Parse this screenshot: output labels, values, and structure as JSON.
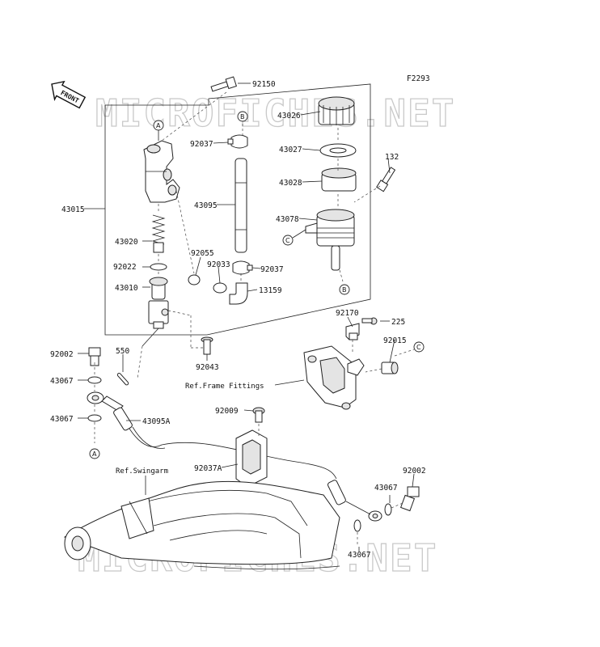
{
  "diagram_code": "F2293",
  "front_label": "FRONT",
  "watermark": "MICROFICHES.NET",
  "refs": {
    "frame_fittings": "Ref.Frame Fittings",
    "swingarm": "Ref.Swingarm"
  },
  "circle_markers": [
    "A",
    "B",
    "C"
  ],
  "parts": [
    "92150",
    "43026",
    "92037",
    "43027",
    "43028",
    "132",
    "43015",
    "43095",
    "43078",
    "43020",
    "92055",
    "92033",
    "92022",
    "43010",
    "13159",
    "92170",
    "225",
    "92015",
    "92002",
    "550",
    "92043",
    "43067",
    "43095A",
    "92009",
    "92037A"
  ]
}
